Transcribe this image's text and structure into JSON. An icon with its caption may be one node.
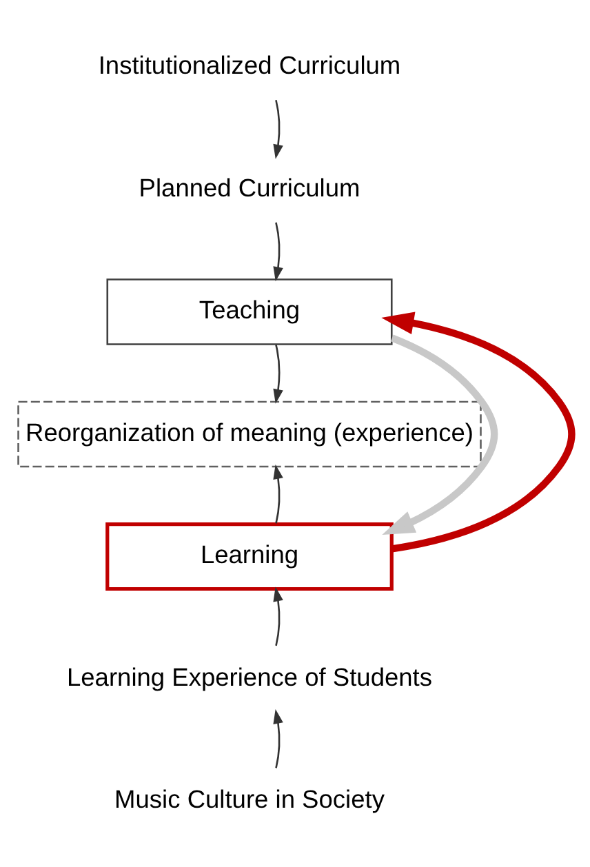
{
  "diagram": {
    "nodes": [
      {
        "text": [
          "Institutionalized Curriculum"
        ]
      },
      {
        "text": [
          "Planned Curriculum"
        ]
      },
      {
        "text": [
          "Teaching"
        ]
      },
      {
        "text": [
          "Reorganization of meaning (experience)"
        ]
      },
      {
        "text": [
          "Learning"
        ]
      },
      {
        "text": [
          "Learning Experience of Students"
        ]
      },
      {
        "text": [
          "Music Culture in Society"
        ]
      }
    ],
    "edges": [
      {
        "from": 0,
        "to": 1,
        "arrow": "to"
      },
      {
        "from": 1,
        "to": 2,
        "arrow": "to"
      },
      {
        "from": 2,
        "to": 3,
        "arrow": "to"
      },
      {
        "from": 4,
        "to": 3,
        "arrow": "to"
      },
      {
        "from": 5,
        "to": 4,
        "arrow": "to"
      },
      {
        "from": 6,
        "to": 5,
        "arrow": "to"
      },
      {
        "from": 2,
        "to": 4,
        "arrow": "to",
        "style": "thick",
        "color": "#c8c8c8"
      },
      {
        "from": 4,
        "to": 2,
        "arrow": "to",
        "style": "thick",
        "color": "#c00000"
      }
    ]
  }
}
